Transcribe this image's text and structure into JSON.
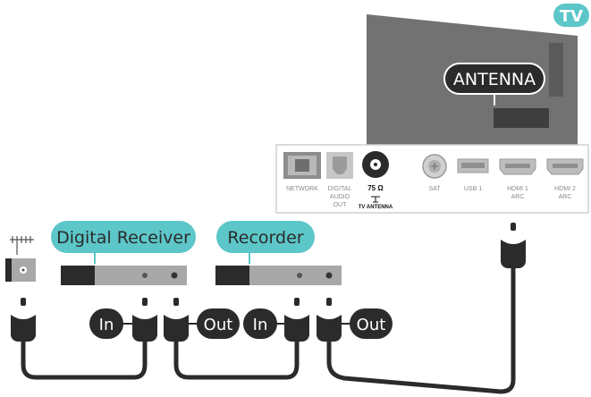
{
  "badge": {
    "label": "TV"
  },
  "tv": {
    "antenna_label": "ANTENNA"
  },
  "panel": {
    "ports": [
      {
        "name": "network",
        "label": "NETWORK"
      },
      {
        "name": "digital-audio-out",
        "label_lines": [
          "DIGITAL",
          "AUDIO",
          "OUT"
        ]
      },
      {
        "name": "tv-antenna",
        "value": "75 Ω",
        "label": "TV ANTENNA"
      },
      {
        "name": "sat",
        "label": "SAT"
      },
      {
        "name": "usb",
        "label": "USB 1"
      },
      {
        "name": "hdmi1",
        "label_lines": [
          "HDMI 1",
          "ARC"
        ]
      },
      {
        "name": "hdmi2",
        "label_lines": [
          "HDMI 2",
          "ARC"
        ]
      }
    ]
  },
  "devices": {
    "receiver": {
      "label": "Digital Receiver"
    },
    "recorder": {
      "label": "Recorder"
    }
  },
  "connectors": {
    "receiver_in": "In",
    "receiver_out": "Out",
    "recorder_in": "In",
    "recorder_out": "Out"
  },
  "colors": {
    "teal": "#5cc6c8",
    "dark": "#2b2b2b",
    "tv_grey": "#727272",
    "device_grey": "#a8a8a8"
  }
}
